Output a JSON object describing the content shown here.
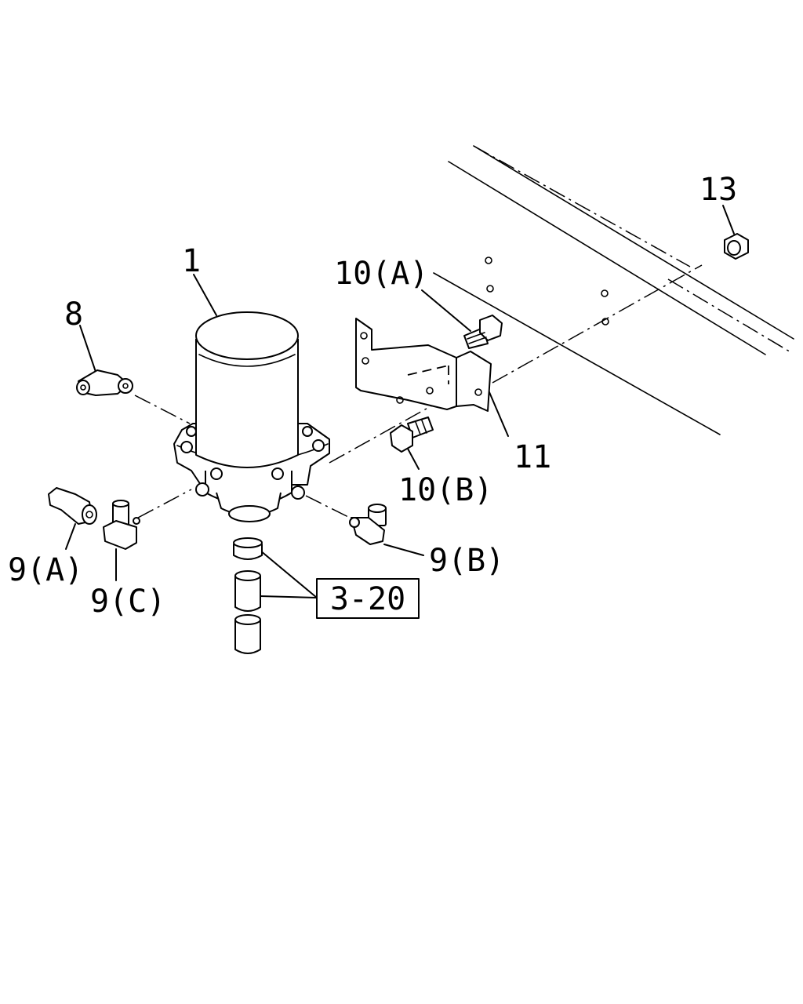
{
  "callouts": {
    "c1": "1",
    "c8": "8",
    "c9a": "9(A)",
    "c9b": "9(B)",
    "c9c": "9(C)",
    "c10a": "10(A)",
    "c10b": "10(B)",
    "c11": "11",
    "c13": "13"
  },
  "reference": {
    "label": "3-20"
  },
  "colors": {
    "line": "#000000",
    "background": "#ffffff"
  }
}
